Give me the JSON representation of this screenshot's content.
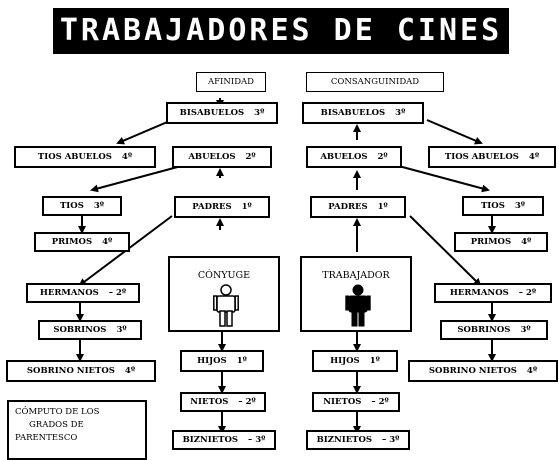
{
  "title": "TRABAJADORES DE CINES",
  "afinidad": {
    "header": "AFINIDAD",
    "bisabuelos": {
      "label": "BISABUELOS",
      "grade": "3º"
    },
    "tios_abuelos": {
      "label": "TIOS ABUELOS",
      "grade": "4º"
    },
    "abuelos": {
      "label": "ABUELOS",
      "grade": "2º"
    },
    "tios": {
      "label": "TIOS",
      "grade": "3º"
    },
    "padres": {
      "label": "PADRES",
      "grade": "1º"
    },
    "primos": {
      "label": "PRIMOS",
      "grade": "4º"
    },
    "hermanos": {
      "label": "HERMANOS",
      "grade": "– 2º"
    },
    "sobrinos": {
      "label": "SOBRINOS",
      "grade": "3º"
    },
    "sobrino_nietos": {
      "label": "SOBRINO NIETOS",
      "grade": "4º"
    },
    "conyuge": "CÓNYUGE",
    "hijos": {
      "label": "HIJOS",
      "grade": "1º"
    },
    "nietos": {
      "label": "NIETOS",
      "grade": "– 2º"
    },
    "biznietos": {
      "label": "BIZNIETOS",
      "grade": "– 3º"
    }
  },
  "consanguinidad": {
    "header": "CONSANGUINIDAD",
    "bisabuelos": {
      "label": "BISABUELOS",
      "grade": "3º"
    },
    "tios_abuelos": {
      "label": "TIOS ABUELOS",
      "grade": "4º"
    },
    "abuelos": {
      "label": "ABUELOS",
      "grade": "2º"
    },
    "tios": {
      "label": "TIOS",
      "grade": "3º"
    },
    "padres": {
      "label": "PADRES",
      "grade": "1º"
    },
    "primos": {
      "label": "PRIMOS",
      "grade": "4º"
    },
    "hermanos": {
      "label": "HERMANOS",
      "grade": "– 2º"
    },
    "sobrinos": {
      "label": "SOBRINOS",
      "grade": "3º"
    },
    "sobrino_nietos": {
      "label": "SOBRINO NIETOS",
      "grade": "4º"
    },
    "trabajador": "TRABAJADOR",
    "hijos": {
      "label": "HIJOS",
      "grade": "1º"
    },
    "nietos": {
      "label": "NIETOS",
      "grade": "– 2º"
    },
    "biznietos": {
      "label": "BIZNIETOS",
      "grade": "– 3º"
    }
  },
  "computo": [
    "CÓMPUTO DE LOS",
    "GRADOS DE",
    "PARENTESCO"
  ],
  "colors": {
    "ink": "#000000",
    "paper": "#ffffff"
  }
}
